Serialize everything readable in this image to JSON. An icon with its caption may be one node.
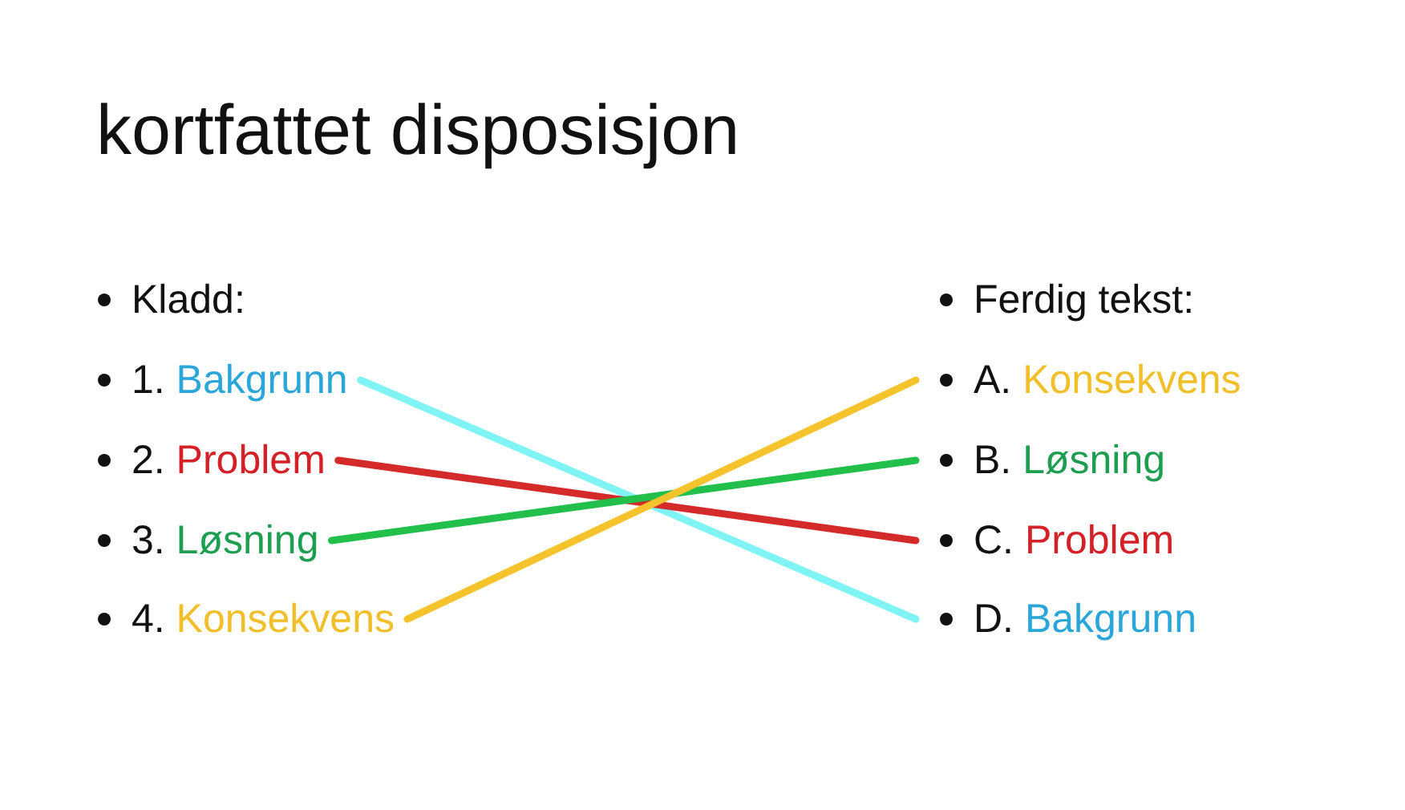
{
  "diagram": {
    "title": "kortfattet disposisjon",
    "nodes": [
      {
        "text": [
          "1. Bakgrunn"
        ]
      },
      {
        "text": [
          "2. Problem"
        ]
      },
      {
        "text": [
          "3. Løsning"
        ]
      },
      {
        "text": [
          "4. Konsekvens"
        ]
      },
      {
        "text": [
          "A. Konsekvens"
        ]
      },
      {
        "text": [
          "B. Løsning"
        ]
      },
      {
        "text": [
          "C. Problem"
        ]
      },
      {
        "text": [
          "D. Bakgrunn"
        ]
      }
    ],
    "edges": [
      {
        "from": 0,
        "to": 7,
        "arrow": "none",
        "color": "#80f4f4"
      },
      {
        "from": 1,
        "to": 6,
        "arrow": "none",
        "color": "#d42a2a"
      },
      {
        "from": 2,
        "to": 5,
        "arrow": "none",
        "color": "#22bf4a"
      },
      {
        "from": 3,
        "to": 4,
        "arrow": "none",
        "color": "#f5c42c"
      }
    ],
    "labels": [
      "Kladd:",
      "Ferdig tekst:"
    ]
  }
}
